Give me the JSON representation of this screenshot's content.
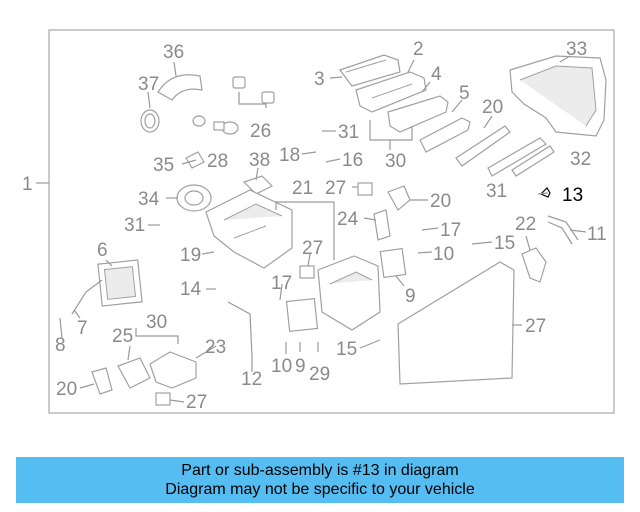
{
  "diagram": {
    "callouts": [
      "1",
      "2",
      "3",
      "4",
      "5",
      "6",
      "7",
      "8",
      "9",
      "9",
      "10",
      "10",
      "11",
      "12",
      "13",
      "14",
      "15",
      "15",
      "16",
      "17",
      "17",
      "18",
      "19",
      "20",
      "20",
      "20",
      "21",
      "22",
      "23",
      "24",
      "25",
      "26",
      "27",
      "27",
      "27",
      "27",
      "28",
      "29",
      "30",
      "30",
      "31",
      "31",
      "31",
      "32",
      "33",
      "34",
      "35",
      "36",
      "37",
      "38"
    ],
    "highlighted_part": "13",
    "highlight_color": "#000000",
    "label_color": "#8a8a8a"
  },
  "banner": {
    "line1": "Part or sub-assembly is #13 in diagram",
    "line2": "Diagram may not be specific to your vehicle",
    "background": "#55bdf2"
  }
}
